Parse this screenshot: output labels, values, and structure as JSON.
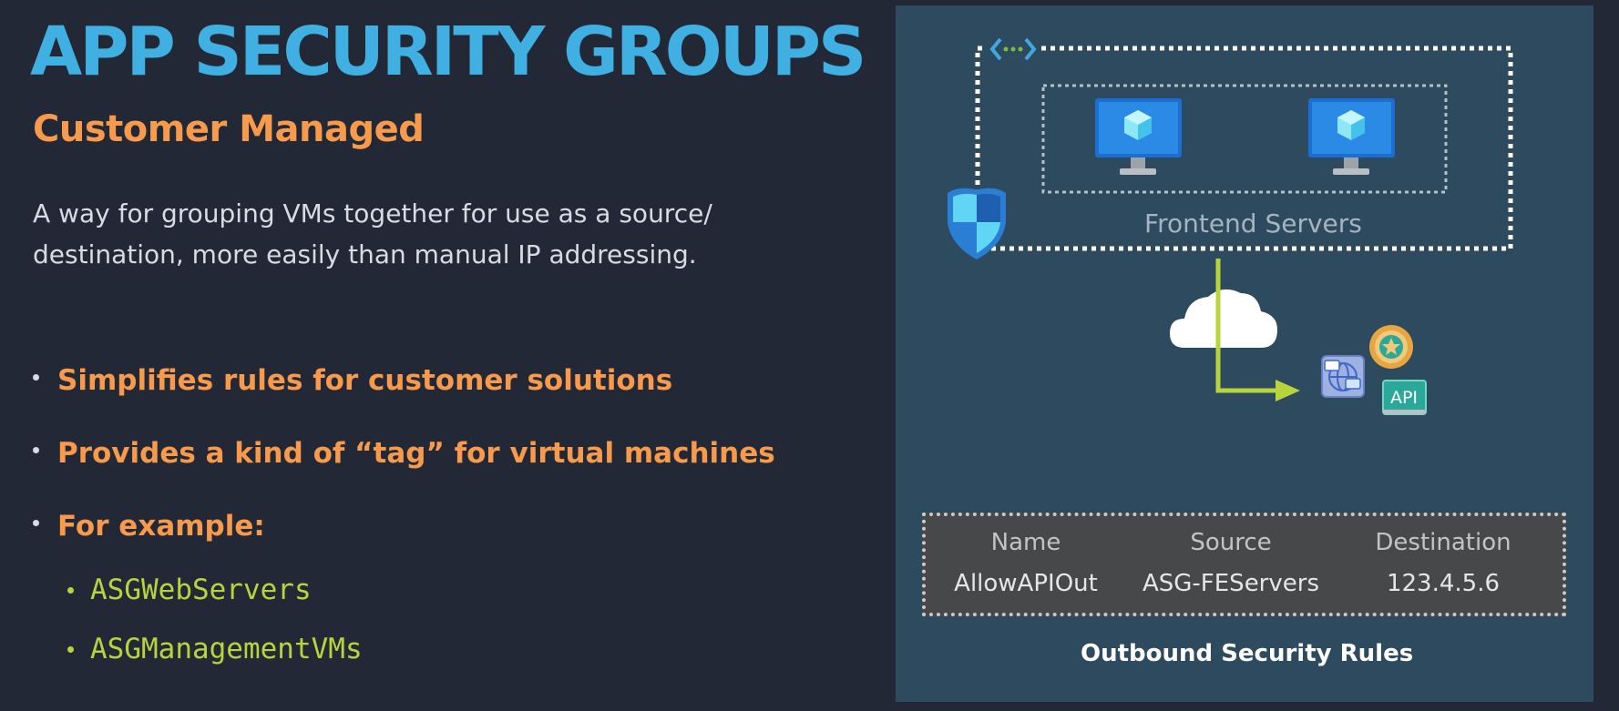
{
  "title": "APP SECURITY GROUPS",
  "subtitle": "Customer Managed",
  "description": {
    "line1": "A way for grouping VMs together for use as a source/",
    "line2": "destination, more easily than manual IP addressing."
  },
  "bullets": [
    "Simplifies rules for customer solutions",
    "Provides a kind of “tag” for virtual machines",
    "For example:"
  ],
  "examples": [
    "ASGWebServers",
    "ASGManagementVMs"
  ],
  "diagram": {
    "group_label": "Frontend Servers",
    "api_label": "API",
    "icons": [
      "vnet-icon",
      "shield-icon",
      "vm-icon",
      "vm-icon",
      "cloud-icon",
      "arrow-icon",
      "globe-chat-icon",
      "badge-icon",
      "api-icon"
    ]
  },
  "rules_table": {
    "headers": [
      "Name",
      "Source",
      "Destination"
    ],
    "row": [
      "AllowAPIOut",
      "ASG-FEServers",
      "123.4.5.6"
    ],
    "caption": "Outbound Security Rules"
  },
  "colors": {
    "background": "#232836",
    "title": "#40b0e2",
    "accent_orange": "#f79a4c",
    "accent_green": "#b8d43c",
    "panel": "#2d4a5f",
    "table_bg": "#474849"
  }
}
